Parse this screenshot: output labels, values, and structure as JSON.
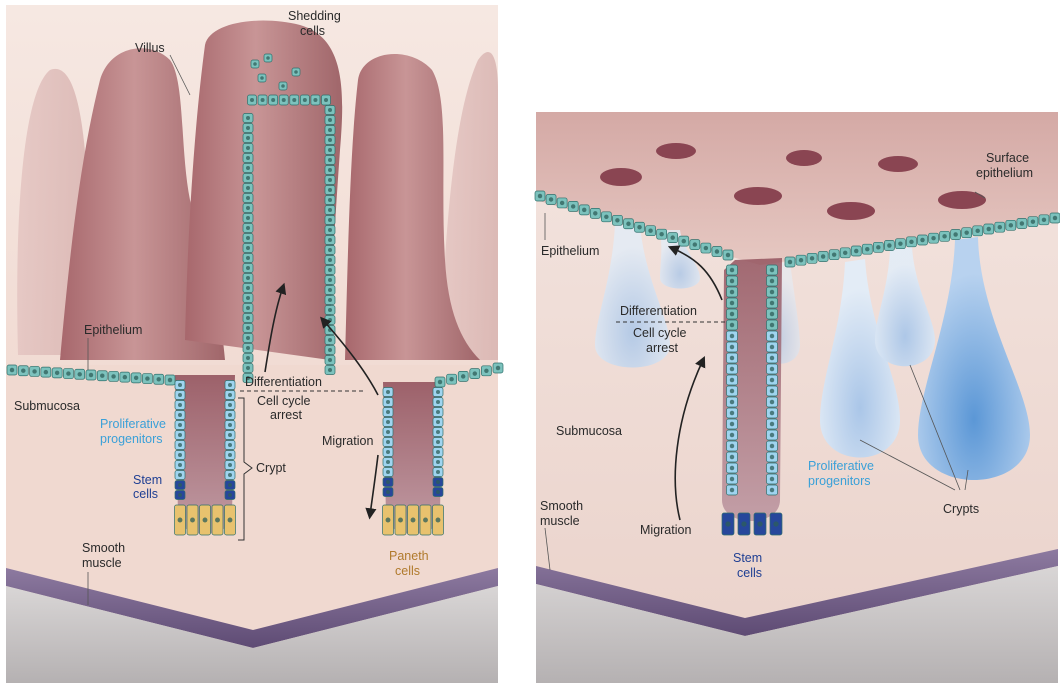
{
  "panels": {
    "left": {
      "labels": {
        "villus": "Villus",
        "shedding_1": "Shedding",
        "shedding_2": "cells",
        "epithelium": "Epithelium",
        "submucosa": "Submucosa",
        "proliferative_1": "Proliferative",
        "proliferative_2": "progenitors",
        "stem_1": "Stem",
        "stem_2": "cells",
        "smooth_1": "Smooth",
        "smooth_2": "muscle",
        "differentiation": "Differentiation",
        "arrest_1": "Cell cycle",
        "arrest_2": "arrest",
        "crypt": "Crypt",
        "migration": "Migration",
        "paneth_1": "Paneth",
        "paneth_2": "cells"
      }
    },
    "right": {
      "labels": {
        "surface_1": "Surface",
        "surface_2": "epithelium",
        "epithelium": "Epithelium",
        "differentiation": "Differentiation",
        "arrest_1": "Cell cycle",
        "arrest_2": "arrest",
        "submucosa": "Submucosa",
        "smooth_1": "Smooth",
        "smooth_2": "muscle",
        "migration": "Migration",
        "stem_1": "Stem",
        "stem_2": "cells",
        "proliferative_1": "Proliferative",
        "proliferative_2": "progenitors",
        "crypts": "Crypts"
      }
    }
  },
  "colors": {
    "tissue": "#b98083",
    "tissue_light": "#e7c8c4",
    "epithelial_cell": "#7cc2bd",
    "progenitor_cell": "#9fd4ef",
    "stem_cell": "#27479b",
    "paneth_cell": "#e8c26e",
    "muscle": "#7b668f",
    "text_blue": "#3aa0d8",
    "text_navy": "#1f3f93",
    "text_gold": "#b07a2c"
  }
}
